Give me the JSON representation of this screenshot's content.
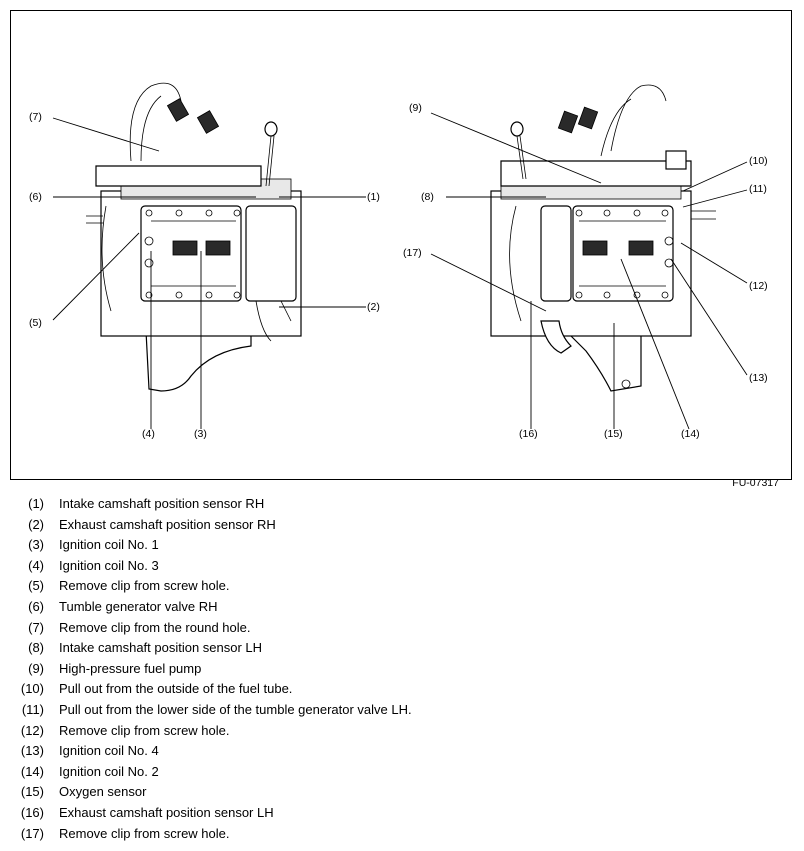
{
  "figure": {
    "code": "FU-07317",
    "callouts_left": [
      "(1)",
      "(2)",
      "(3)",
      "(4)",
      "(5)",
      "(6)",
      "(7)"
    ],
    "callouts_right": [
      "(8)",
      "(9)",
      "(10)",
      "(11)",
      "(12)",
      "(13)",
      "(14)",
      "(15)",
      "(16)",
      "(17)"
    ]
  },
  "legend": [
    {
      "num": "(1)",
      "text": "Intake camshaft position sensor RH"
    },
    {
      "num": "(2)",
      "text": "Exhaust camshaft position sensor RH"
    },
    {
      "num": "(3)",
      "text": "Ignition coil No. 1"
    },
    {
      "num": "(4)",
      "text": "Ignition coil No. 3"
    },
    {
      "num": "(5)",
      "text": "Remove clip from screw hole."
    },
    {
      "num": "(6)",
      "text": "Tumble generator valve RH"
    },
    {
      "num": "(7)",
      "text": "Remove clip from the round hole."
    },
    {
      "num": "(8)",
      "text": "Intake camshaft position sensor LH"
    },
    {
      "num": "(9)",
      "text": "High-pressure fuel pump"
    },
    {
      "num": "(10)",
      "text": "Pull out from the outside of the fuel tube."
    },
    {
      "num": "(11)",
      "text": "Pull out from the lower side of the tumble generator valve LH."
    },
    {
      "num": "(12)",
      "text": "Remove clip from screw hole."
    },
    {
      "num": "(13)",
      "text": "Ignition coil No. 4"
    },
    {
      "num": "(14)",
      "text": "Ignition coil No. 2"
    },
    {
      "num": "(15)",
      "text": "Oxygen sensor"
    },
    {
      "num": "(16)",
      "text": "Exhaust camshaft position sensor LH"
    },
    {
      "num": "(17)",
      "text": "Remove clip from screw hole."
    }
  ]
}
